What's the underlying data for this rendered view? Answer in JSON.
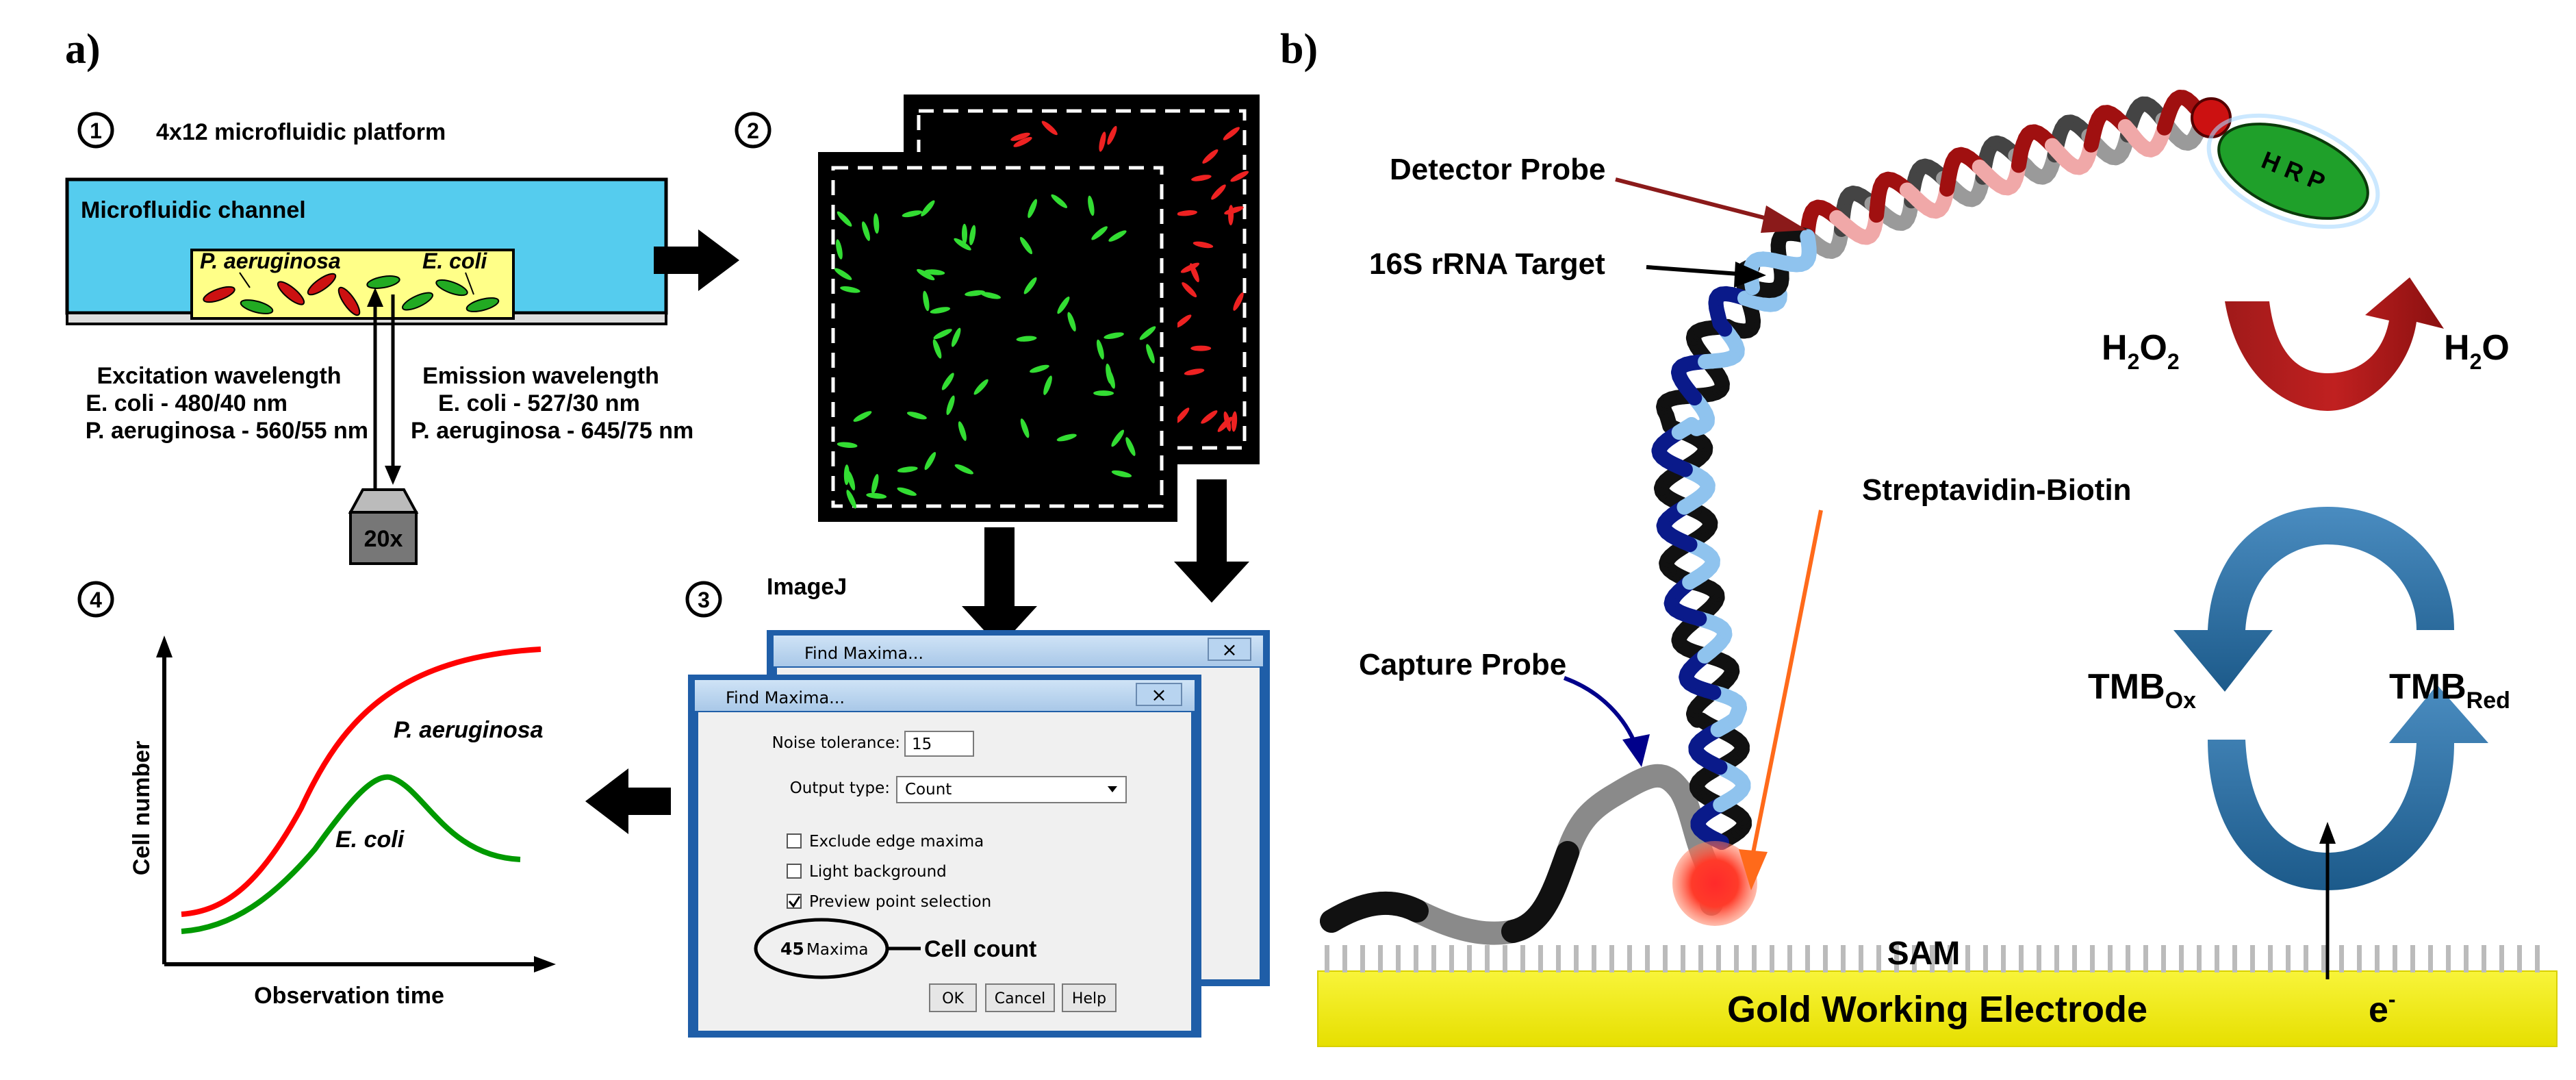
{
  "panel_a": {
    "label": "a)",
    "step1": {
      "num": "1",
      "title": "4x12 microfluidic platform",
      "channel_label": "Microfluidic channel",
      "species_pa": "P. aeruginosa",
      "species_ec": "E. coli",
      "excitation_title": "Excitation wavelength",
      "excitation_ec": "E. coli - 480/40 nm",
      "excitation_pa": "P. aeruginosa - 560/55 nm",
      "emission_title": "Emission wavelength",
      "emission_ec": "E. coli - 527/30 nm",
      "emission_pa": "P. aeruginosa - 645/75 nm",
      "objective": "20x"
    },
    "step2": {
      "num": "2"
    },
    "step3": {
      "num": "3",
      "app": "ImageJ",
      "back_window_title": "Find Maxima...",
      "front_window_title": "Find Maxima...",
      "close_glyph": "×",
      "noise_label": "Noise tolerance:",
      "noise_value": "15",
      "output_label": "Output type:",
      "output_value": "Count",
      "cb_exclude": "Exclude edge maxima",
      "cb_light": "Light background",
      "cb_preview": "Preview point selection",
      "cb_states": {
        "exclude": false,
        "light": false,
        "preview": true
      },
      "maxima_count": "45",
      "maxima_word": "Maxima",
      "cell_count": "Cell count",
      "ok": "OK",
      "cancel": "Cancel",
      "help": "Help"
    },
    "step4": {
      "num": "4",
      "ylabel": "Cell number",
      "xlabel": "Observation time",
      "series_pa": "P. aeruginosa",
      "series_ec": "E. coli",
      "colors": {
        "pa": "#ff0000",
        "ec": "#009900"
      }
    }
  },
  "panel_b": {
    "label": "b)",
    "detector": "Detector Probe",
    "target": "16S rRNA Target",
    "hrp": "H R P",
    "h2o2_main": "H",
    "h2o2_sub1": "2",
    "h2o2_o": "O",
    "h2o2_sub2": "2",
    "h2o_main": "H",
    "h2o_sub": "2",
    "h2o_o": "O",
    "streptavidin": "Streptavidin-Biotin",
    "capture": "Capture Probe",
    "tmb_ox_main": "TMB",
    "tmb_ox_sub": "Ox",
    "tmb_red_main": "TMB",
    "tmb_red_sub": "Red",
    "sam": "SAM",
    "electrode": "Gold Working Electrode",
    "electron": "e",
    "electron_sup": "-",
    "colors": {
      "gold": "#f2ee00",
      "detector": "#8b1a1a",
      "capture": "#00008b",
      "streptavidin": "#ff6a1a",
      "hrp": "#1fa02a",
      "tmb_arrow": "#2a6aa0"
    }
  }
}
